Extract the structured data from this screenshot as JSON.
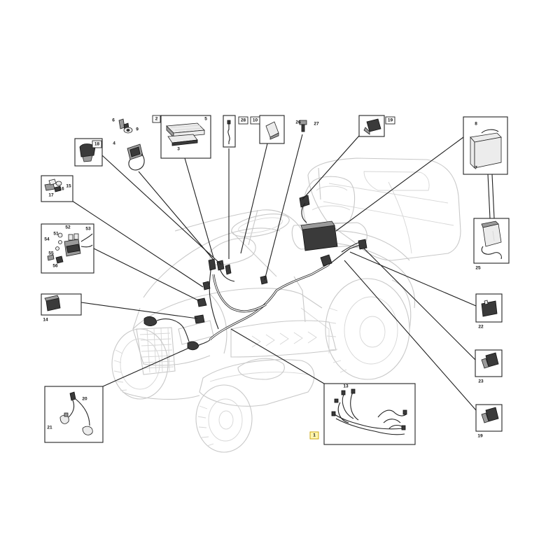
{
  "callouts": {
    "c1": "1",
    "c2": "2",
    "c3": "3",
    "c4": "4",
    "c5": "5",
    "c6": "6",
    "c7": "7",
    "c8": "8",
    "c9": "9",
    "c10": "10",
    "c13": "13",
    "c14": "14",
    "c15": "15",
    "c16": "16",
    "c17": "17",
    "c18": "18",
    "c19a": "19",
    "c19b": "19",
    "c20": "20",
    "c21": "21",
    "c22": "22",
    "c23": "23",
    "c25": "25",
    "c26": "26",
    "c27": "27",
    "c28": "28",
    "c51": "51",
    "c52": "52",
    "c53": "53",
    "c54": "54",
    "c55": "55",
    "c56": "56"
  },
  "highlight": {
    "part": "1",
    "color": "#fff6b0"
  }
}
